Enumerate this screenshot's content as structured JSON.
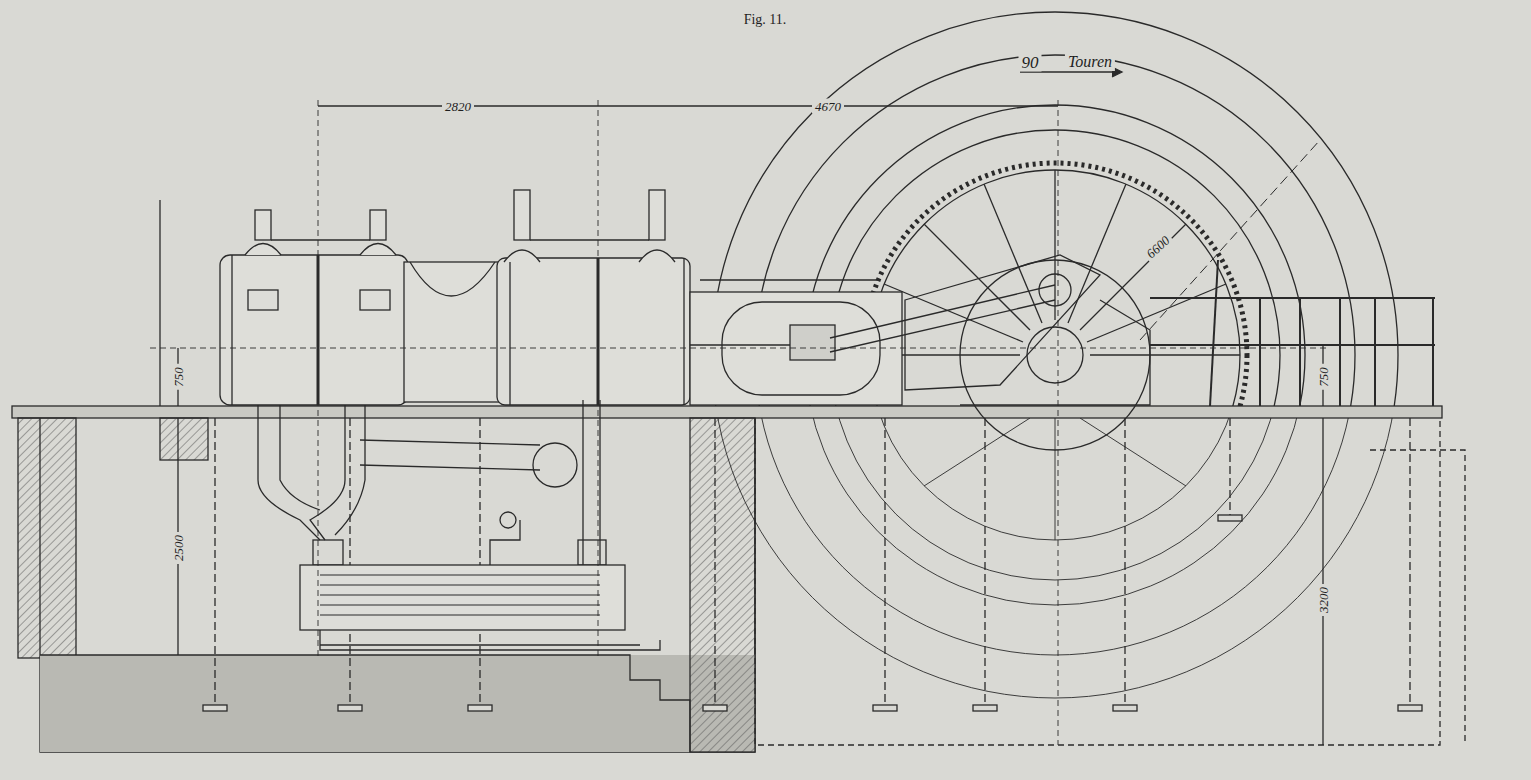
{
  "diagram": {
    "title": "Fig. 11.",
    "labels": [
      "90",
      "Touren",
      "2820",
      "4670",
      "6600",
      "750",
      "2500",
      "750",
      "3200"
    ]
  }
}
